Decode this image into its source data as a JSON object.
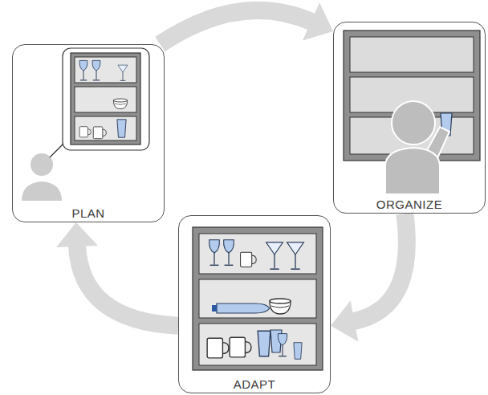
{
  "diagram": {
    "nodes": [
      {
        "text": [
          "PLAN"
        ]
      },
      {
        "text": [
          "ORGANIZE"
        ]
      },
      {
        "text": [
          "ADAPT"
        ]
      }
    ],
    "edges": [
      {
        "from": 0,
        "to": 1,
        "arrow": "to"
      },
      {
        "from": 1,
        "to": 2,
        "arrow": "to"
      },
      {
        "from": 2,
        "to": 0,
        "arrow": "to"
      }
    ]
  }
}
